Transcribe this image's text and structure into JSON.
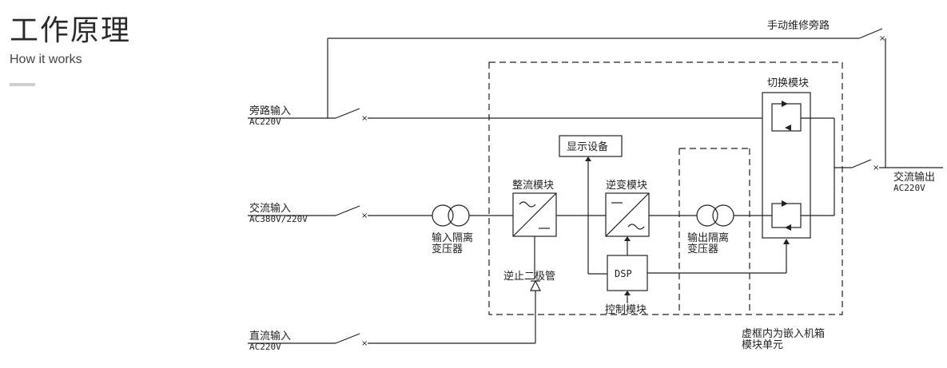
{
  "header": {
    "title": "工作原理",
    "subtitle": "How it works"
  },
  "diagram": {
    "manual_bypass": "手动维修旁路",
    "bypass_input": {
      "name": "旁路输入",
      "spec": "AC220V"
    },
    "ac_input": {
      "name": "交流输入",
      "spec": "AC380V/220V"
    },
    "dc_input": {
      "name": "直流输入",
      "spec": "AC220V"
    },
    "ac_output": {
      "name": "交流输出",
      "spec": "AC220V"
    },
    "input_transformer": [
      "输入隔离",
      "变压器"
    ],
    "output_transformer": [
      "输出隔离",
      "变压器"
    ],
    "rectifier": "整流模块",
    "inverter": "逆变模块",
    "display": "显示设备",
    "dsp": "DSP",
    "control_module": "控制模块",
    "anti_reverse_diode": "逆止二极管",
    "switch_module": "切换模块",
    "note": [
      "虚框内为嵌入机箱",
      "模块单元"
    ]
  }
}
